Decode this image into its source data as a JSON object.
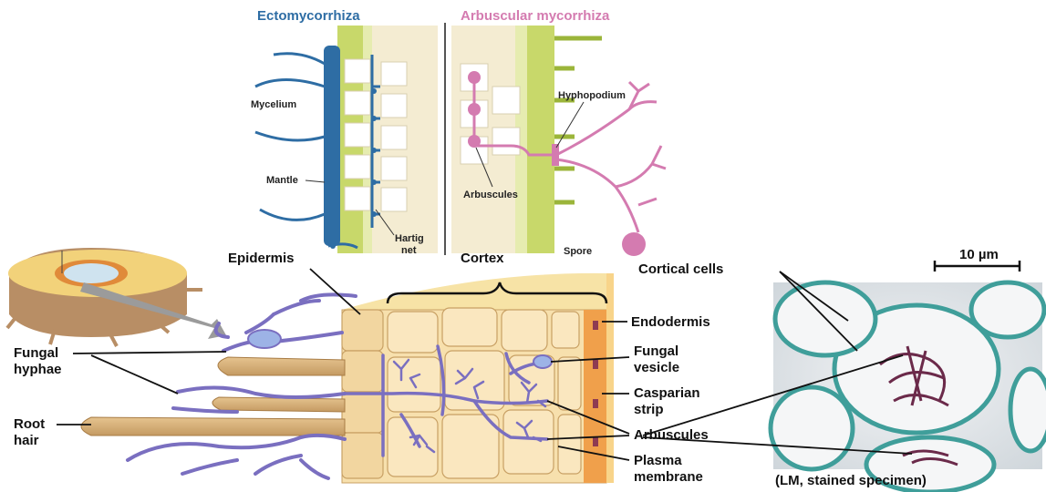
{
  "top_panel": {
    "ecto_title": "Ectomycorrhiza",
    "arb_title": "Arbuscular mycorrhiza",
    "mycelium": "Mycelium",
    "mantle": "Mantle",
    "hartig_line1": "Hartig",
    "hartig_line2": "net",
    "hyphopodium": "Hyphopodium",
    "arbuscules": "Arbuscules",
    "spore": "Spore",
    "colors": {
      "ecto": "#2e6da4",
      "arb": "#d47bb0",
      "root": "#c8d86a"
    }
  },
  "main_diagram": {
    "epidermis": "Epidermis",
    "cortex": "Cortex",
    "fungal_hyphae_line1": "Fungal",
    "fungal_hyphae_line2": "hyphae",
    "root_hair_line1": "Root",
    "root_hair_line2": "hair",
    "endodermis": "Endodermis",
    "fungal_vesicle_line1": "Fungal",
    "fungal_vesicle_line2": "vesicle",
    "casparian_line1": "Casparian",
    "casparian_line2": "strip",
    "arbuscules": "Arbuscules",
    "plasma_line1": "Plasma",
    "plasma_line2": "membrane",
    "colors": {
      "hyphae": "#7a6fc0",
      "cells": "#f4d8a8",
      "root_hair": "#d8b07a"
    }
  },
  "micrograph": {
    "cortical_cells": "Cortical cells",
    "scale_bar": "10 µm",
    "caption": "(LM, stained specimen)"
  }
}
